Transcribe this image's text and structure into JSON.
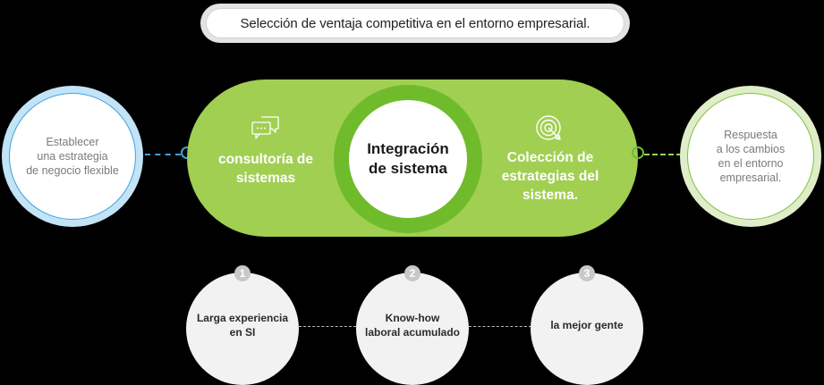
{
  "title": "Selección de ventaja competitiva en el entorno empresarial.",
  "core": {
    "label": "Integración de sistema"
  },
  "pill": {
    "left": {
      "icon": "chat-bubbles-icon",
      "label": "consultoría de sistemas"
    },
    "right": {
      "icon": "target-icon",
      "label": "Colección de estrategias del sistema."
    }
  },
  "side": {
    "left": {
      "lines": [
        "Establecer",
        "una estrategia",
        "de negocio flexible"
      ]
    },
    "right": {
      "lines": [
        "Respuesta",
        "a los cambios",
        "en el entorno",
        "empresarial."
      ]
    }
  },
  "strengths": [
    {
      "number": "1",
      "lines": [
        "Larga experiencia",
        "en SI"
      ]
    },
    {
      "number": "2",
      "lines": [
        "Know-how",
        "laboral acumulado"
      ]
    },
    {
      "number": "3",
      "lines": [
        "la mejor gente"
      ]
    }
  ],
  "colors": {
    "background": "#000000",
    "pill_green": "#a1cf52",
    "ring_green": "#6fbb2c",
    "blue_accent": "#3ea3dd",
    "light_blue": "#c3e3f6",
    "light_green": "#dfeec8",
    "bottom_circle": "#f2f2f2",
    "badge_gray": "#c8c8c8"
  }
}
